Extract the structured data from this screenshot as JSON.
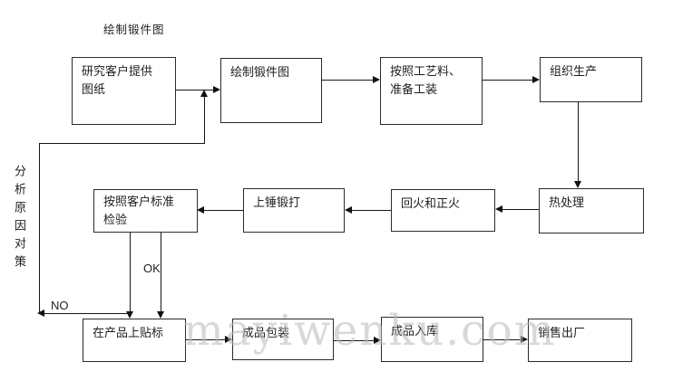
{
  "title": "绘制锻件图",
  "watermark": "mayiwenku.com",
  "side_label": "分析原因对策",
  "labels": {
    "ok": "OK",
    "no": "NO"
  },
  "colors": {
    "background": "#ffffff",
    "line": "#161616",
    "text": "#1f1f1f",
    "watermark": "#b9b9b9"
  },
  "boxes": [
    {
      "id": "b1",
      "lines": [
        "研究客户提供",
        "图纸"
      ]
    },
    {
      "id": "b2",
      "lines": [
        "绘制锻件图"
      ]
    },
    {
      "id": "b3",
      "lines": [
        "按照工艺料、",
        "准备工装"
      ]
    },
    {
      "id": "b4",
      "lines": [
        "组织生产"
      ]
    },
    {
      "id": "b5",
      "lines": [
        "按照客户标准",
        "检验"
      ]
    },
    {
      "id": "b6",
      "lines": [
        "上锤锻打"
      ]
    },
    {
      "id": "b7",
      "lines": [
        "回火和正火"
      ]
    },
    {
      "id": "b8",
      "lines": [
        "热处理"
      ]
    },
    {
      "id": "b9",
      "lines": [
        "在产品上贴标"
      ]
    },
    {
      "id": "b10",
      "lines": [
        "成品包装"
      ]
    },
    {
      "id": "b11",
      "lines": [
        "成品入库"
      ]
    },
    {
      "id": "b12",
      "lines": [
        "销售出厂"
      ]
    }
  ],
  "edges": [
    {
      "from": "研究客户提供图纸",
      "to": "绘制锻件图"
    },
    {
      "from": "绘制锻件图",
      "to": "按照工艺料、准备工装"
    },
    {
      "from": "按照工艺料、准备工装",
      "to": "组织生产"
    },
    {
      "from": "组织生产",
      "to": "热处理"
    },
    {
      "from": "热处理",
      "to": "回火和正火"
    },
    {
      "from": "回火和正火",
      "to": "上锤锻打"
    },
    {
      "from": "上锤锻打",
      "to": "按照客户标准检验"
    },
    {
      "from": "按照客户标准检验",
      "to": "在产品上贴标",
      "label": "OK"
    },
    {
      "from": "按照客户标准检验",
      "to": "绘制锻件图",
      "label": "NO",
      "via": "分析原因对策"
    },
    {
      "from": "在产品上贴标",
      "to": "成品包装"
    },
    {
      "from": "成品包装",
      "to": "成品入库"
    },
    {
      "from": "成品入库",
      "to": "销售出厂"
    }
  ]
}
